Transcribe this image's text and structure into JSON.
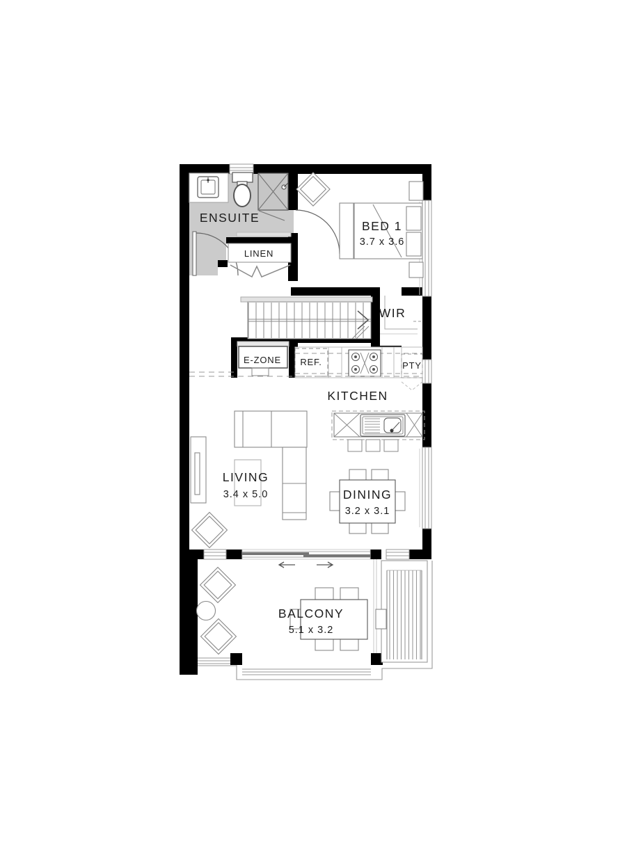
{
  "rooms": {
    "ensuite": {
      "label": "ENSUITE"
    },
    "bed1": {
      "label": "BED 1",
      "dims": "3.7 x 3.6"
    },
    "linen": {
      "label": "LINEN"
    },
    "wir": {
      "label": "WIR"
    },
    "ezone": {
      "label": "E-ZONE"
    },
    "ref": {
      "label": "REF."
    },
    "pty": {
      "label": "PTY"
    },
    "kitchen": {
      "label": "KITCHEN"
    },
    "living": {
      "label": "LIVING",
      "dims": "3.4 x 5.0"
    },
    "dining": {
      "label": "DINING",
      "dims": "3.2 x 3.1"
    },
    "balcony": {
      "label": "BALCONY",
      "dims": "5.1 x 3.2"
    }
  },
  "colors": {
    "wall": "#000000",
    "ensuite_floor": "#cbcbcb",
    "fixture_line": "#555555",
    "furniture_line": "#8a8a8a",
    "light_line": "#bbbbbb",
    "text": "#1c1c1c"
  }
}
